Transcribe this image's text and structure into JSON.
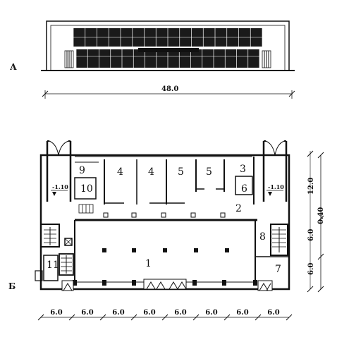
{
  "labels": {
    "view_a": "А",
    "view_b": "Б"
  },
  "dimensions": {
    "overall_width": "48.0",
    "bay": "6.0",
    "bays": [
      "6.0",
      "6.0",
      "6.0",
      "6.0",
      "6.0",
      "6.0",
      "6.0",
      "6.0"
    ],
    "depth_top": "12.0",
    "depth_mid": "6.0",
    "depth_bottom": "6.0",
    "overall_depth": "0.40"
  },
  "elevation_marks": {
    "left": "-1.10",
    "right": "-1.10"
  },
  "rooms": {
    "r1": "1",
    "r2": "2",
    "r3": "3",
    "r4a": "4",
    "r4b": "4",
    "r5a": "5",
    "r5b": "5",
    "r6": "6",
    "r7": "7",
    "r8": "8",
    "r9": "9",
    "r10": "10",
    "r11": "11"
  },
  "colors": {
    "ink": "#111111",
    "paper": "#ffffff"
  }
}
